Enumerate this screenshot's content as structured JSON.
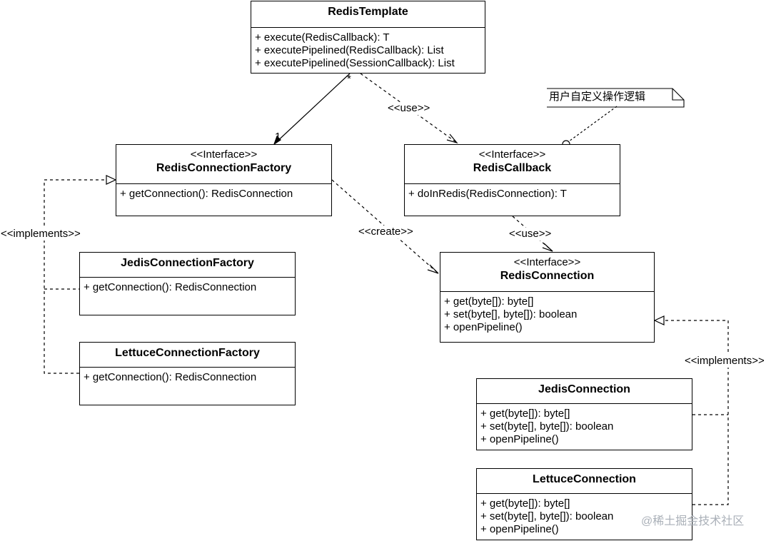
{
  "classes": {
    "redis_template": {
      "name": "RedisTemplate",
      "ops": [
        "+ execute(RedisCallback): T",
        "+ executePipelined(RedisCallback): List",
        "+ executePipelined(SessionCallback): List"
      ]
    },
    "redis_connection_factory": {
      "stereotype": "<<Interface>>",
      "name": "RedisConnectionFactory",
      "ops": [
        "+ getConnection(): RedisConnection"
      ]
    },
    "redis_callback": {
      "stereotype": "<<Interface>>",
      "name": "RedisCallback",
      "ops": [
        "+ doInRedis(RedisConnection): T"
      ]
    },
    "jedis_connection_factory": {
      "name": "JedisConnectionFactory",
      "ops": [
        "+ getConnection(): RedisConnection"
      ]
    },
    "lettuce_connection_factory": {
      "name": "LettuceConnectionFactory",
      "ops": [
        "+ getConnection(): RedisConnection"
      ]
    },
    "redis_connection": {
      "stereotype": "<<Interface>>",
      "name": "RedisConnection",
      "ops": [
        "+ get(byte[]): byte[]",
        "+ set(byte[], byte[]): boolean",
        "+ openPipeline()"
      ]
    },
    "jedis_connection": {
      "name": "JedisConnection",
      "ops": [
        "+ get(byte[]): byte[]",
        "+ set(byte[], byte[]): boolean",
        "+ openPipeline()"
      ]
    },
    "lettuce_connection": {
      "name": "LettuceConnection",
      "ops": [
        "+ get(byte[]): byte[]",
        "+ set(byte[], byte[]): boolean",
        "+ openPipeline()"
      ]
    }
  },
  "edge_labels": {
    "use_callback": "<<use>>",
    "use_connection": "<<use>>",
    "create": "<<create>>",
    "implements_left": "<<implements>>",
    "implements_right": "<<implements>>",
    "mult_many": "*",
    "mult_one": "1"
  },
  "note": "用户自定义操作逻辑",
  "watermark": "@稀土掘金技术社区"
}
